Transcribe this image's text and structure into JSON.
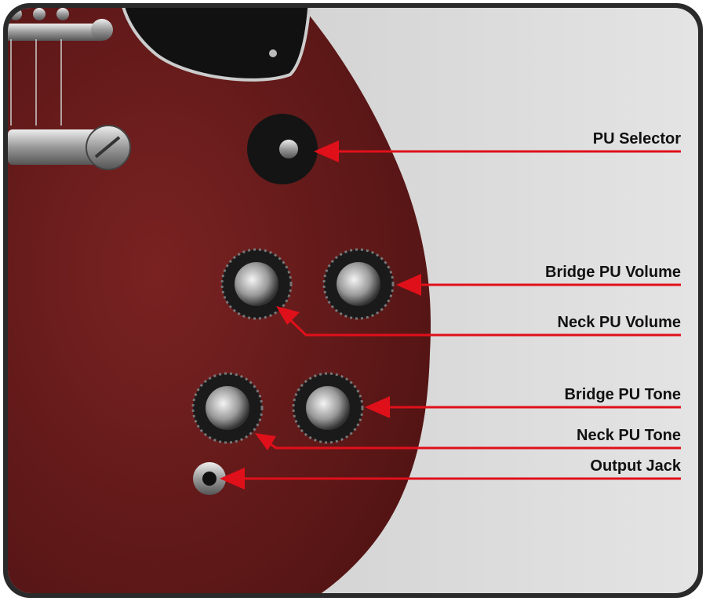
{
  "labels": {
    "pu_selector": "PU Selector",
    "bridge_pu_volume": "Bridge PU Volume",
    "neck_pu_volume": "Neck PU Volume",
    "bridge_pu_tone": "Bridge PU Tone",
    "neck_pu_tone": "Neck PU Tone",
    "output_jack": "Output Jack"
  },
  "colors": {
    "arrow": "#e0101a",
    "body": "#6a1b1b",
    "frame": "#2a2a2a",
    "background": "#d4d4d4"
  }
}
